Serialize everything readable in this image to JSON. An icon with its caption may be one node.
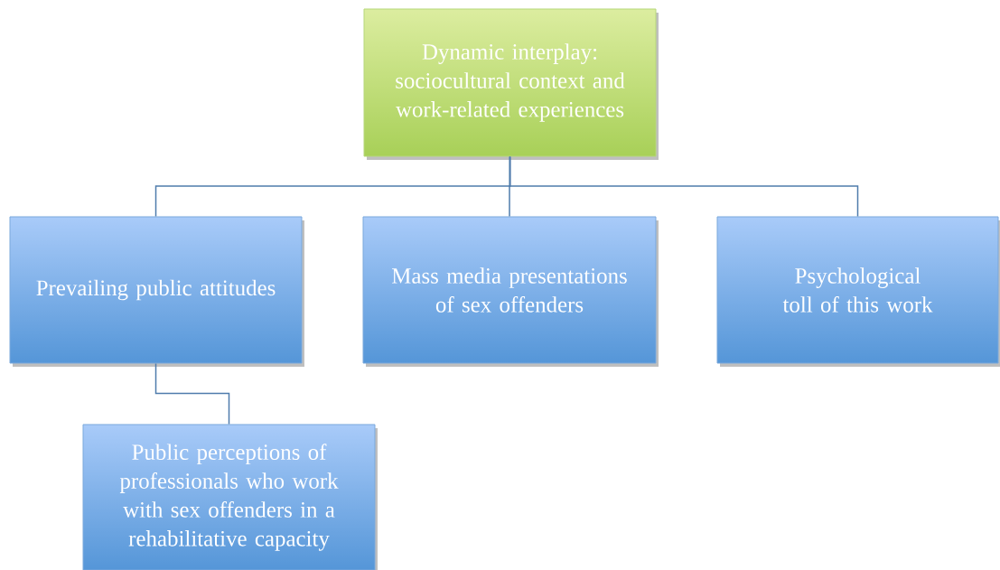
{
  "diagram": {
    "nodes": [
      {
        "text": [
          "Dynamic interplay: sociocultural context and work-related experiences"
        ]
      },
      {
        "text": [
          "Prevailing public attitudes"
        ]
      },
      {
        "text": [
          "Mass media presentations of sex offenders"
        ]
      },
      {
        "text": [
          "Psychological toll of this work"
        ]
      },
      {
        "text": [
          "Public perceptions of professionals who work with sex offenders in a rehabilitative capacity"
        ]
      }
    ],
    "edges": [
      {
        "from": 0,
        "to": 1,
        "arrow": "none"
      },
      {
        "from": 0,
        "to": 2,
        "arrow": "none"
      },
      {
        "from": 0,
        "to": 3,
        "arrow": "none"
      },
      {
        "from": 1,
        "to": 4,
        "arrow": "none"
      }
    ]
  }
}
